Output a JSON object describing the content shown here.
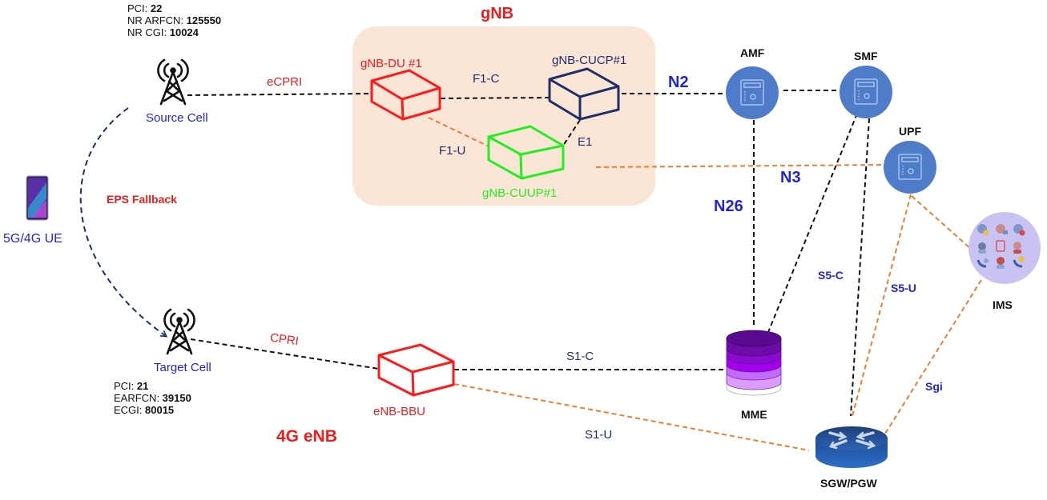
{
  "title": "gNB",
  "enb_group_title": "4G eNB",
  "eps_fallback_label": "EPS Fallback",
  "ue": {
    "label": "5G/4G UE",
    "icon": "smartphone-icon"
  },
  "source_cell": {
    "label": "Source Cell",
    "icon": "cell-tower-icon",
    "info": [
      {
        "key": "PCI: ",
        "value": "22"
      },
      {
        "key": "NR ARFCN: ",
        "value": "125550"
      },
      {
        "key": "NR CGI: ",
        "value": "10024"
      }
    ]
  },
  "target_cell": {
    "label": "Target Cell",
    "icon": "cell-tower-icon",
    "info": [
      {
        "key": "PCI: ",
        "value": "21"
      },
      {
        "key": "EARFCN: ",
        "value": "39150"
      },
      {
        "key": "ECGI: ",
        "value": "80015"
      }
    ]
  },
  "gnb_nodes": {
    "du": "gNB-DU #1",
    "cucp": "gNB-CUCP#1",
    "cuup": "gNB-CUUP#1"
  },
  "enb_node": "eNB-BBU",
  "core_nodes": {
    "amf": "AMF",
    "smf": "SMF",
    "upf": "UPF",
    "mme": "MME",
    "sgw_pgw": "SGW/PGW",
    "ims": "IMS"
  },
  "interfaces": {
    "ecpri": "eCPRI",
    "f1c": "F1-C",
    "f1u": "F1-U",
    "e1": "E1",
    "n2": "N2",
    "n3": "N3",
    "n26": "N26",
    "cpri": "CPRI",
    "s1c": "S1-C",
    "s1u": "S1-U",
    "s5c": "S5-C",
    "s5u": "S5-U",
    "sgi": "Sgi"
  },
  "colors": {
    "gnb_box_fill": "#fbe5d6",
    "du_color": "#ff1a1a",
    "cucp_color": "#1c2f66",
    "cuup_color": "#22ee22",
    "enb_color": "#ff1a1a",
    "control_plane_line": "#111111",
    "user_plane_line": "#ed7d31",
    "fallback_arrow": "#1c2f66",
    "nf_circle": "#4f7cc8",
    "ims_circle": "#c9c3f3",
    "interface_label": "#1f24d6"
  }
}
